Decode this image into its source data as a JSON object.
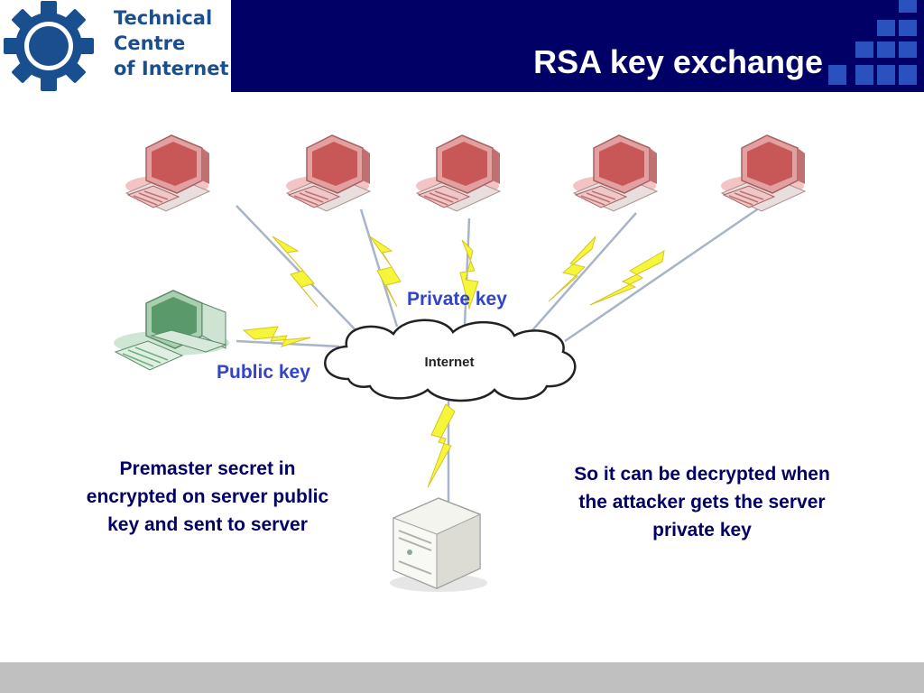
{
  "header": {
    "title": "RSA key exchange",
    "logo": {
      "line1": "Technical",
      "line2": "Centre",
      "line3": "of Internet"
    }
  },
  "diagram": {
    "cloud_label": "Internet",
    "public_key_label": "Public key",
    "private_key_label": "Private key",
    "left_caption": [
      "Premaster secret in",
      "encrypted on server public",
      "key and sent to server"
    ],
    "right_caption": [
      "So it can be decrypted when",
      "the attacker gets the server",
      "private key"
    ]
  },
  "colors": {
    "header_bg": "#000066",
    "logo_blue": "#1a4f8f",
    "label_blue": "#3344cc",
    "caption_navy": "#000066",
    "bolt_yellow": "#f5f53a",
    "computer_red": "#e07070",
    "computer_green": "#6fb07f",
    "footer_gray": "#c0c0c0"
  },
  "icons": [
    "gear-icon",
    "computer-icon",
    "server-icon",
    "cloud-icon",
    "lightning-bolt-icon",
    "decorative-squares-icon"
  ]
}
